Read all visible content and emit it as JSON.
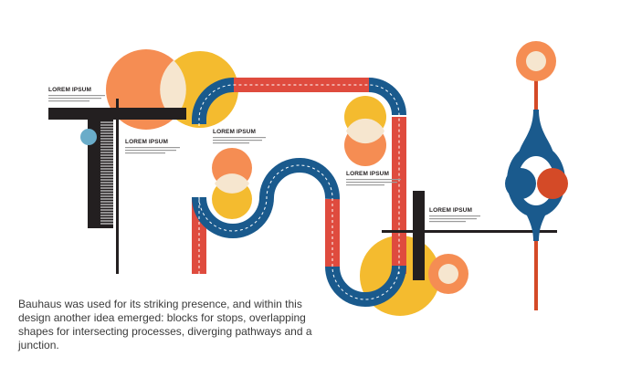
{
  "labels": {
    "a": "LOREM IPSUM",
    "b": "LOREM IPSUM",
    "c": "LOREM IPSUM",
    "d": "LOREM IPSUM",
    "e": "LOREM IPSUM"
  },
  "caption": "Bauhaus was used for its striking presence, and within this design another idea emerged: blocks for stops, overlapping shapes for intersecting processes, diverging pathways and a junction.",
  "colors": {
    "orange": "#f58d53",
    "yellow": "#f4bb2f",
    "blue": "#1a5a8d",
    "red": "#df4b3e",
    "dark": "#231f20",
    "teal": "#6aacc9",
    "cream": "#f6e6cf",
    "rust": "#d44a27"
  }
}
